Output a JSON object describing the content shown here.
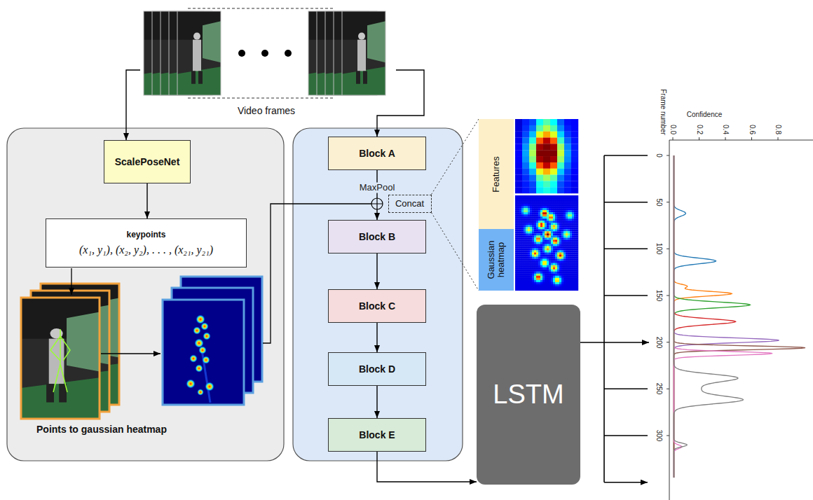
{
  "diagram": {
    "nodes": [
      {
        "text": [
          "Video frames"
        ]
      },
      {
        "text": [
          "Points to gaussian heatmap"
        ]
      },
      {
        "text": [
          "ScalePoseNet"
        ],
        "in": 1
      },
      {
        "text": [
          "keypoints",
          "(x₁, y₁), (x₂, y₂), . . . , (x₂₁, y₂₁)"
        ],
        "in": 1
      },
      {
        "text": [
          "Block A"
        ]
      },
      {
        "text": [
          "Block B"
        ]
      },
      {
        "text": [
          "Block C"
        ]
      },
      {
        "text": [
          "Block D"
        ]
      },
      {
        "text": [
          "Block E"
        ]
      },
      {
        "text": [
          "Concat"
        ]
      },
      {
        "text": [
          "Features"
        ]
      },
      {
        "text": [
          "Gaussian heatmap"
        ]
      },
      {
        "text": [
          "LSTM"
        ]
      },
      {
        "text": [
          "Confidence",
          "Frame number"
        ]
      }
    ],
    "edges": [
      {
        "from": 0,
        "to": 2,
        "arrow": "to"
      },
      {
        "from": 0,
        "to": 4,
        "arrow": "to"
      },
      {
        "from": 2,
        "to": 3,
        "arrow": "to"
      },
      {
        "from": 4,
        "to": 5,
        "arrow": "to"
      },
      {
        "from": 5,
        "to": 6,
        "arrow": "to"
      },
      {
        "from": 6,
        "to": 7,
        "arrow": "to"
      },
      {
        "from": 7,
        "to": 8,
        "arrow": "to"
      },
      {
        "from": 8,
        "to": 12,
        "arrow": "to"
      },
      {
        "from": 12,
        "to": 13,
        "arrow": "to"
      },
      {
        "from": 9,
        "to": 10,
        "arrow": "none"
      },
      {
        "from": 9,
        "to": 11,
        "arrow": "none"
      }
    ],
    "labels": [
      "MaxPool",
      "0.0",
      "0.2",
      "0.4",
      "0.6",
      "0.8",
      "0",
      "50",
      "100",
      "150",
      "200",
      "250",
      "300"
    ]
  }
}
